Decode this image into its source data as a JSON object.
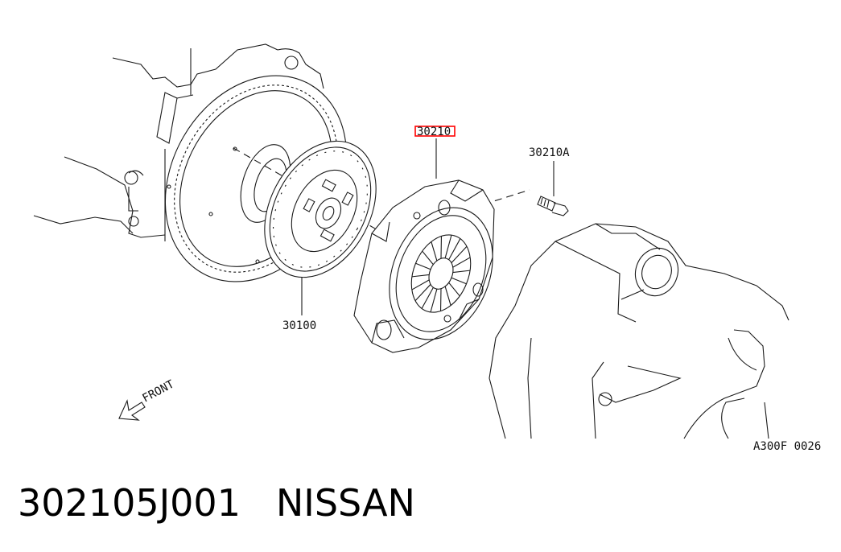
{
  "diagram": {
    "parts": {
      "clutch_disc": "30100",
      "clutch_cover": "30210",
      "cover_bolt": "30210A"
    },
    "front_label": "FRONT",
    "figure_code": "A300F 0026",
    "highlight_color": "#ff0000"
  },
  "caption": {
    "part_number": "302105J001",
    "brand": "NISSAN"
  }
}
